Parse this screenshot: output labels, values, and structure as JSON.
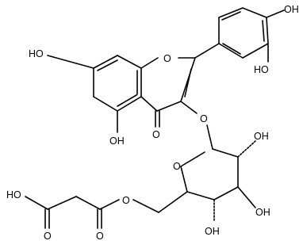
{
  "molecule": {
    "atom_labels": {
      "oh_catechol_top": "OH",
      "oh_catechol_side": "HO",
      "oh_a_ring_7": "HO",
      "ring_oxygen_chromone": "O",
      "oh_a_ring_5": "OH",
      "ketone_oxygen": "O",
      "glycosidic_oxygen": "O",
      "oh_sugar_2": "OH",
      "ring_oxygen_sugar": "O",
      "oh_sugar_3": "OH",
      "oh_sugar_4": "OH",
      "ester_link_oxygen": "O",
      "acid_hydroxyl": "HO",
      "acid_carbonyl_oxygen": "O",
      "ester_carbonyl_oxygen": "O"
    }
  }
}
